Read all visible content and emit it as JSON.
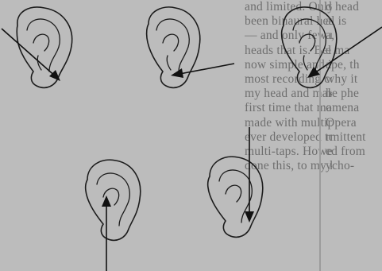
{
  "background_text": {
    "left_column": [
      "and limited. Only recordings",
      "been binaural heads can do",
      "— and only few recordings",
      "heads that is. Bell Telephone",
      "now simple and inexpensive it was",
      "most recording companies to use",
      "my head and make a binaural re",
      "first time that make the recording",
      "made with multiple sessions",
      "ever developed to ensure the",
      "multi-taps. However, the only",
      "done this, to my knowledge, is S"
    ],
    "right_column": [
      "d head",
      "al is",
      "a,",
      "e ma",
      "ape, th",
      "why it",
      "he phe",
      "omena",
      "Opera",
      "rmittent",
      "ed from",
      "ycho-"
    ]
  },
  "figures": [
    {
      "name": "ear-1",
      "arrow_direction": "from upper-left into the ear, pointing down-right"
    },
    {
      "name": "ear-2",
      "arrow_direction": "from the right into the ear, pointing left"
    },
    {
      "name": "ear-3",
      "arrow_direction": "from upper-right into the ear, pointing down-left"
    },
    {
      "name": "ear-4",
      "arrow_direction": "from below into the ear, pointing up"
    },
    {
      "name": "ear-5",
      "arrow_direction": "from above into the ear, pointing down"
    }
  ],
  "colors": {
    "paper": "#bcbcbc",
    "ink": "#1c1c1c",
    "faded_text": "#6e6e6e"
  }
}
